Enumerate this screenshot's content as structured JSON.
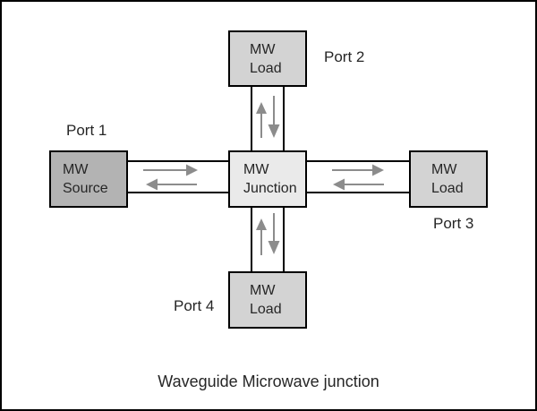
{
  "diagram": {
    "caption": "Waveguide Microwave junction",
    "colors": {
      "source_fill": "#b3b3b3",
      "load_fill": "#d3d3d3",
      "junction_fill": "#eaeaea",
      "line": "#000000",
      "arrow": "#8c8c8c",
      "text": "#262626"
    },
    "junction": {
      "box_line1": "MW",
      "box_line2": "Junction"
    },
    "ports": [
      {
        "label": "Port 1",
        "box_line1": "MW",
        "box_line2": "Source",
        "side": "left"
      },
      {
        "label": "Port 2",
        "box_line1": "MW",
        "box_line2": "Load",
        "side": "top"
      },
      {
        "label": "Port 3",
        "box_line1": "MW",
        "box_line2": "Load",
        "side": "right"
      },
      {
        "label": "Port 4",
        "box_line1": "MW",
        "box_line2": "Load",
        "side": "bottom"
      }
    ]
  }
}
